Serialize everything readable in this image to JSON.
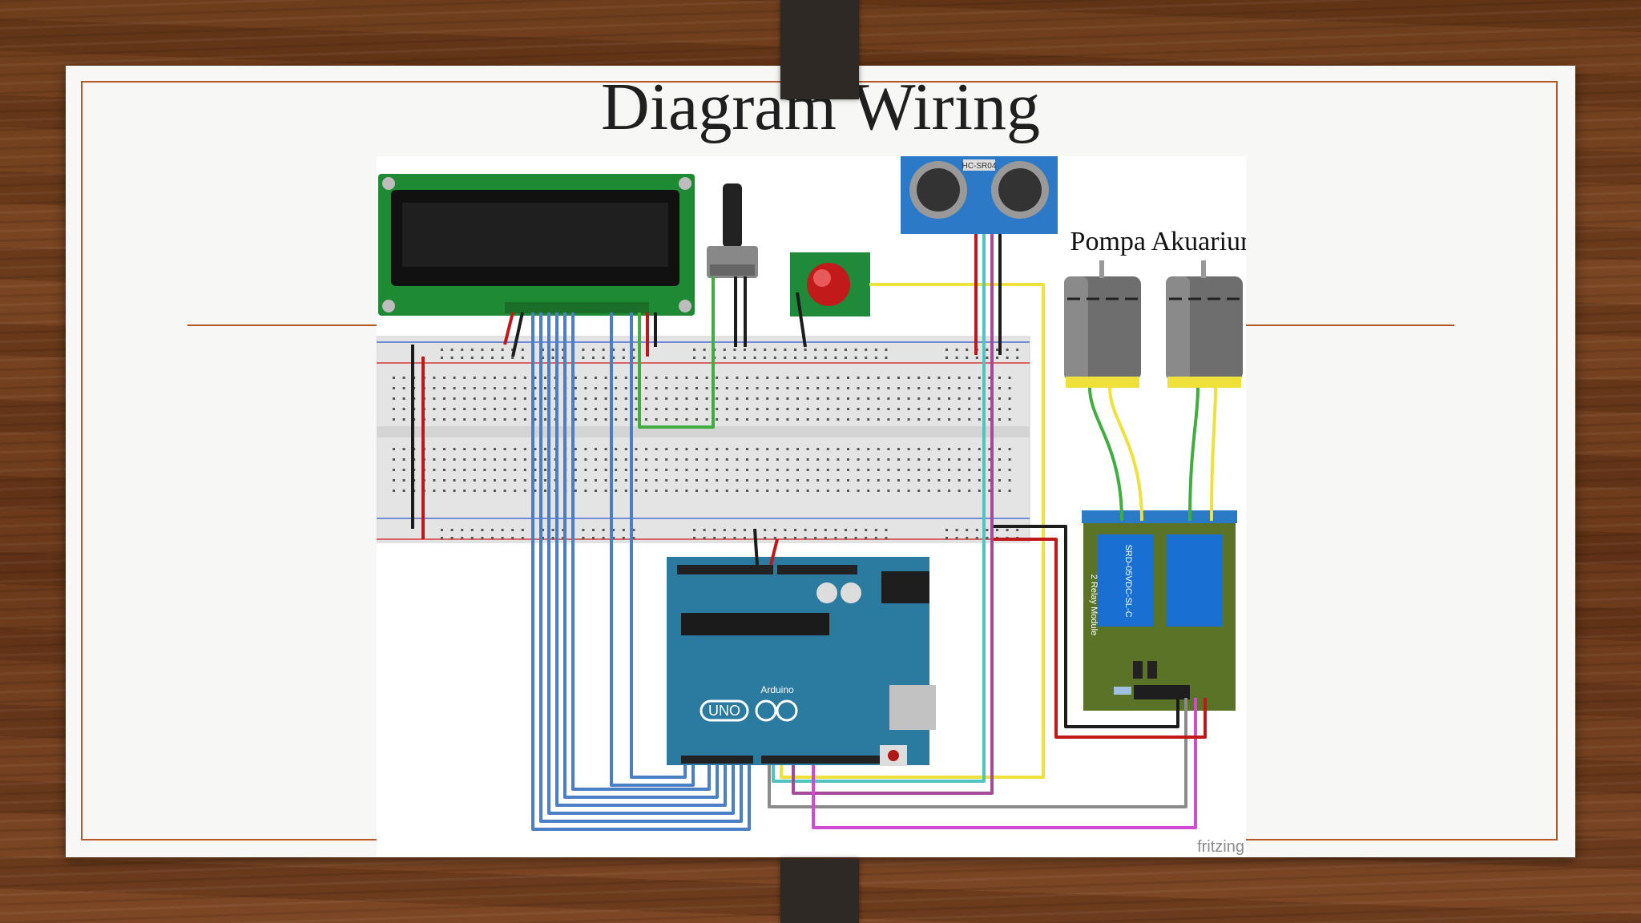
{
  "slide": {
    "title": "Diagram Wiring"
  },
  "diagram": {
    "pump_label": "Pompa Akuarium",
    "watermark": "fritzing",
    "components": [
      {
        "name": "lcd-16x2",
        "icon": "lcd-display-icon"
      },
      {
        "name": "potentiometer",
        "icon": "potentiometer-icon"
      },
      {
        "name": "push-button",
        "icon": "red-button-icon"
      },
      {
        "name": "ultrasonic-sensor",
        "icon": "hc-sr04-icon"
      },
      {
        "name": "breadboard",
        "icon": "breadboard-icon"
      },
      {
        "name": "arduino-uno",
        "icon": "arduino-icon"
      },
      {
        "name": "relay-module-2ch",
        "icon": "relay-module-icon"
      },
      {
        "name": "dc-pump-1",
        "icon": "dc-motor-icon"
      },
      {
        "name": "dc-pump-2",
        "icon": "dc-motor-icon"
      }
    ],
    "board_text": {
      "arduino_logo": "UNO",
      "arduino_brand": "Arduino",
      "sensor_label": "HC-SR04",
      "relay_side_label": "2 Relay Module",
      "relay_coil_label": "SRD-05VDC-SL-C"
    }
  },
  "colors": {
    "frame_accent": "#b4582a",
    "wire_blue": "#4a7fc6",
    "wire_green": "#3fae3f",
    "wire_yellow": "#ede13a",
    "wire_teal": "#4fc4c0",
    "wire_purple": "#a54a9a",
    "wire_magenta": "#d24ad2",
    "wire_red": "#c01818",
    "wire_black": "#1c1c1c",
    "wire_gray": "#8a8a8a",
    "arduino_blue": "#2b7aa0",
    "relay_green": "#5a7327",
    "relay_blue": "#1a6fd3"
  }
}
